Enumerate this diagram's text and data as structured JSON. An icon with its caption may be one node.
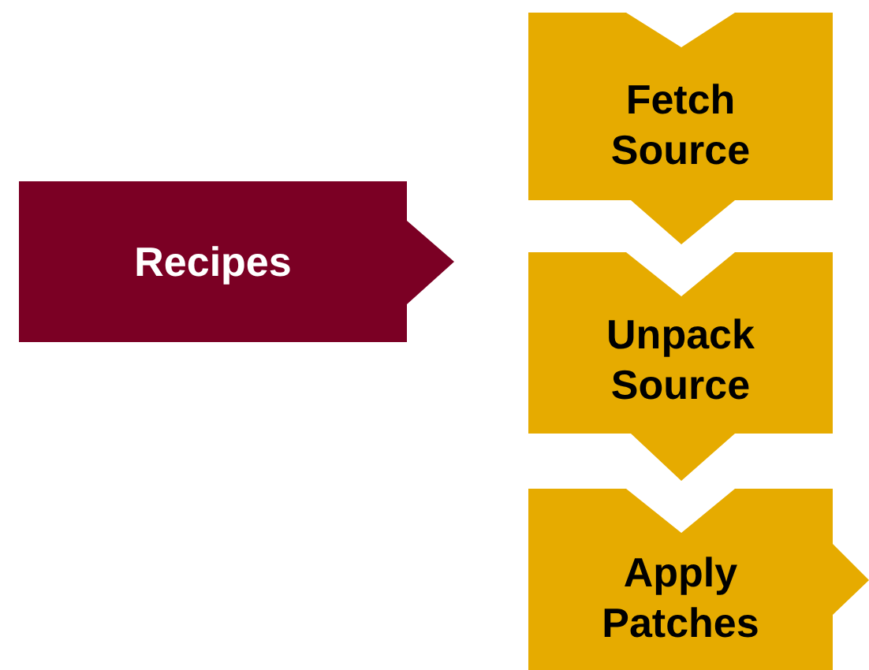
{
  "diagram": {
    "nodes": [
      {
        "text": [
          "Recipes"
        ]
      },
      {
        "text": [
          "Fetch Source"
        ]
      },
      {
        "text": [
          "Unpack Source"
        ]
      },
      {
        "text": [
          "Apply Patches"
        ]
      }
    ]
  }
}
